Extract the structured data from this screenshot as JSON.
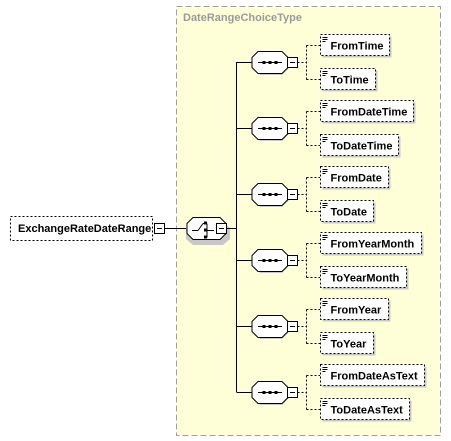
{
  "type_box": {
    "label": "DateRangeChoiceType",
    "fill_color": "#ffffd7",
    "border_color": "#a0a0a0"
  },
  "root": {
    "label": "ExchangeRateDateRange"
  },
  "choice_compositor": {
    "icon": "choice-icon"
  },
  "groups": [
    {
      "icon": "sequence-icon",
      "elements": [
        "FromTime",
        "ToTime"
      ]
    },
    {
      "icon": "sequence-icon",
      "elements": [
        "FromDateTime",
        "ToDateTime"
      ]
    },
    {
      "icon": "sequence-icon",
      "elements": [
        "FromDate",
        "ToDate"
      ]
    },
    {
      "icon": "sequence-icon",
      "elements": [
        "FromYearMonth",
        "ToYearMonth"
      ]
    },
    {
      "icon": "sequence-icon",
      "elements": [
        "FromYear",
        "ToYear"
      ]
    },
    {
      "icon": "sequence-icon",
      "elements": [
        "FromDateAsText",
        "ToDateAsText"
      ]
    }
  ]
}
